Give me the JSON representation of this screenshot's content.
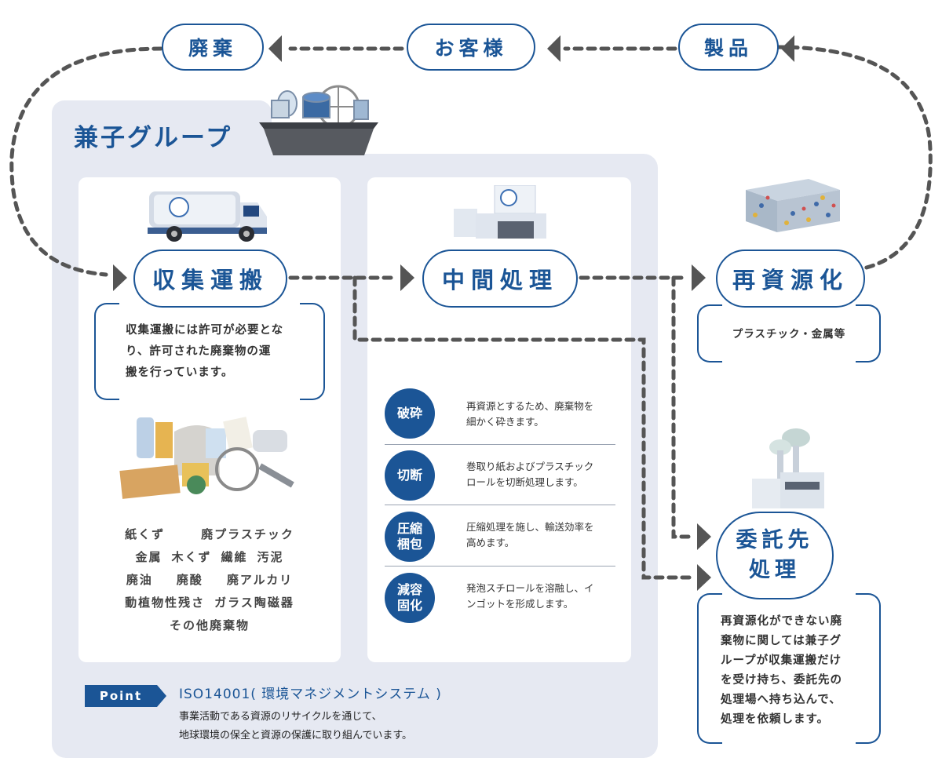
{
  "flow_nodes": {
    "haiki": "廃棄",
    "okyakusama": "お客様",
    "seihin": "製品",
    "shushu_unpan": "収集運搬",
    "chukan_shori": "中間処理",
    "saishigenka": "再資源化",
    "itakusaki_line1": "委託先",
    "itakusaki_line2": "処理"
  },
  "group": {
    "title": "兼子グループ"
  },
  "shushu_description": {
    "line1": "収集運搬には許可が必要とな",
    "line2": "り、許可された廃棄物の運",
    "line3": "搬を行っています。"
  },
  "waste_types": {
    "row1": [
      "紙くず",
      "廃プラスチック"
    ],
    "row2": [
      "金属",
      "木くず",
      "繊維",
      "汚泥"
    ],
    "row3": [
      "廃油",
      "廃酸",
      "廃アルカリ"
    ],
    "row4": [
      "動植物性残さ",
      "ガラス陶磁器"
    ],
    "row5": [
      "その他廃棄物"
    ]
  },
  "processes": [
    {
      "label": "破砕",
      "desc_line1": "再資源とするため、廃棄物を",
      "desc_line2": "細かく砕きます。"
    },
    {
      "label": "切断",
      "desc_line1": "巻取り紙およびプラスチック",
      "desc_line2": "ロールを切断処理します。"
    },
    {
      "label": "圧縮\n梱包",
      "desc_line1": "圧縮処理を施し、輸送効率を",
      "desc_line2": "高めます。"
    },
    {
      "label": "減容\n固化",
      "desc_line1": "発泡スチロールを溶融し、イ",
      "desc_line2": "ンゴットを形成します。"
    }
  ],
  "saishigenka_description": "プラスチック・金属等",
  "itakusaki_description": {
    "line1": "再資源化ができない廃",
    "line2": "棄物に関しては兼子グ",
    "line3": "ループが収集運搬だけ",
    "line4": "を受け持ち、委託先の",
    "line5": "処理場へ持ち込んで、",
    "line6": "処理を依頼します。"
  },
  "point": {
    "badge": "Point",
    "title": "ISO14001( 環境マネジメントシステム )",
    "line1": "事業活動である資源のリサイクルを通じて、",
    "line2": "地球環境の保全と資源の保護に取り組んでいます。"
  },
  "colors": {
    "brand_blue": "#1b5596",
    "dash_gray": "#555555",
    "panel_bg": "#e6e9f2"
  }
}
